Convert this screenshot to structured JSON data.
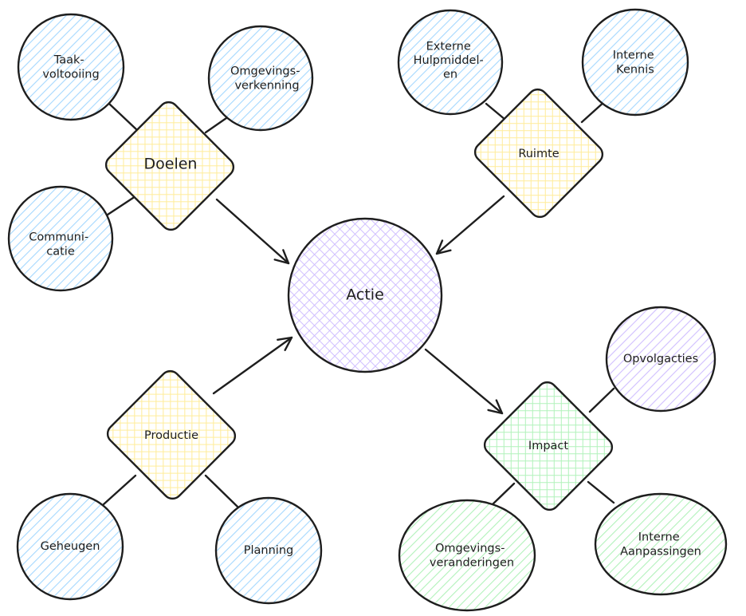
{
  "colors": {
    "blue_fill": "#a5d8ff",
    "yellow_fill": "#ffec99",
    "purple_fill": "#d0bfff",
    "green_fill": "#b2f2bb",
    "stroke": "#1e1e1e"
  },
  "nodes": {
    "actie": "Actie",
    "doelen": "Doelen",
    "ruimte": "Ruimte",
    "productie": "Productie",
    "impact": "Impact",
    "taakvoltooiing": [
      "Taak-",
      "voltooiing"
    ],
    "omgevingsverkenning": [
      "Omgevings-",
      "verkenning"
    ],
    "communicatie": [
      "Communi-",
      "catie"
    ],
    "externe_hulpmiddelen": [
      "Externe",
      "Hulpmiddel-",
      "en"
    ],
    "interne_kennis": [
      "Interne",
      "Kennis"
    ],
    "geheugen": "Geheugen",
    "planning": "Planning",
    "opvolgacties": "Opvolgacties",
    "omgevingsveranderingen": [
      "Omgevings-",
      "veranderingen"
    ],
    "interne_aanpassingen": [
      "Interne",
      "Aanpassingen"
    ]
  }
}
